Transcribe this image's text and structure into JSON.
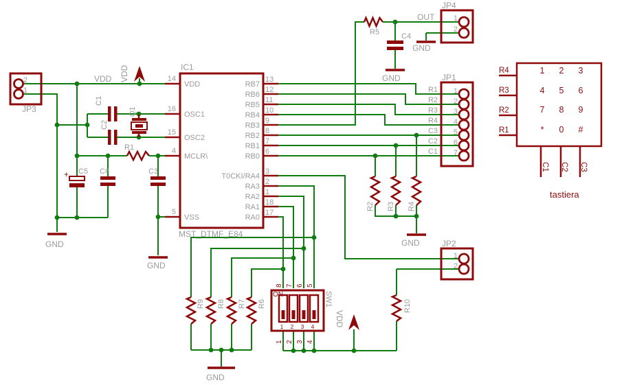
{
  "colors": {
    "background": "#ffffff",
    "wire": "#0e7c0e",
    "component": "#8e0a0a",
    "label": "#9a9a9a"
  },
  "ic": {
    "ref": "IC1",
    "part": "MST_DTMF_E84",
    "left_pins": [
      {
        "num": "14",
        "name": "VDD"
      },
      {
        "num": "16",
        "name": "OSC1"
      },
      {
        "num": "15",
        "name": "OSC2"
      },
      {
        "num": "4",
        "name": "MCLR\\"
      },
      {
        "num": "5",
        "name": "VSS"
      }
    ],
    "right_pins": [
      {
        "num": "13",
        "name": "RB7"
      },
      {
        "num": "12",
        "name": "RB6"
      },
      {
        "num": "11",
        "name": "RB5"
      },
      {
        "num": "10",
        "name": "RB4"
      },
      {
        "num": "9",
        "name": "RB3"
      },
      {
        "num": "8",
        "name": "RB2"
      },
      {
        "num": "7",
        "name": "RB1"
      },
      {
        "num": "6",
        "name": "RB0"
      },
      {
        "num": "3",
        "name": "T0CKI/RA4"
      },
      {
        "num": "2",
        "name": "RA3"
      },
      {
        "num": "1",
        "name": "RA2"
      },
      {
        "num": "18",
        "name": "RA1"
      },
      {
        "num": "17",
        "name": "RA0"
      }
    ]
  },
  "connectors": {
    "jp3": {
      "ref": "JP3",
      "pin_top": "2",
      "pin_bottom": "1"
    },
    "jp4": {
      "ref": "JP4",
      "pin1": "1",
      "pin2": "2"
    },
    "jp1": {
      "ref": "JP1",
      "pins": [
        "1",
        "2",
        "3",
        "4",
        "5",
        "6",
        "7"
      ],
      "nets": [
        "R1",
        "R2",
        "R3",
        "R4",
        "C3",
        "C2",
        "C1"
      ]
    },
    "jp2": {
      "ref": "JP2",
      "pin1": "1",
      "pin2": "2"
    }
  },
  "labels": {
    "vdd": "VDD",
    "gnd": "GND",
    "out": "OUT",
    "plus": "+"
  },
  "parts": {
    "r1": "R1",
    "r2": "R2",
    "r3": "R3",
    "r4": "R4",
    "r5": "R5",
    "r6": "R6",
    "r7": "R7",
    "r8": "R8",
    "r9": "R9",
    "r10": "R10",
    "c1": "C1",
    "c2": "C2",
    "c3": "C3",
    "c4": "C4",
    "c5": "C5",
    "c6": "C6",
    "q1": "Q1"
  },
  "dip_switch": {
    "ref": "SW1",
    "on": "ON",
    "top_pins": [
      "8",
      "7",
      "6",
      "5"
    ],
    "bottom_pins": [
      "1",
      "2",
      "3",
      "4"
    ],
    "slider_nums": [
      "1",
      "2",
      "3",
      "4"
    ]
  },
  "keypad": {
    "caption": "tastiera",
    "keys": [
      [
        "1",
        "2",
        "3"
      ],
      [
        "4",
        "5",
        "6"
      ],
      [
        "7",
        "8",
        "9"
      ],
      [
        "*",
        "0",
        "#"
      ]
    ],
    "row_nets": [
      "R4",
      "R3",
      "R2",
      "R1"
    ],
    "col_nets": [
      "C1",
      "C2",
      "C3"
    ]
  }
}
